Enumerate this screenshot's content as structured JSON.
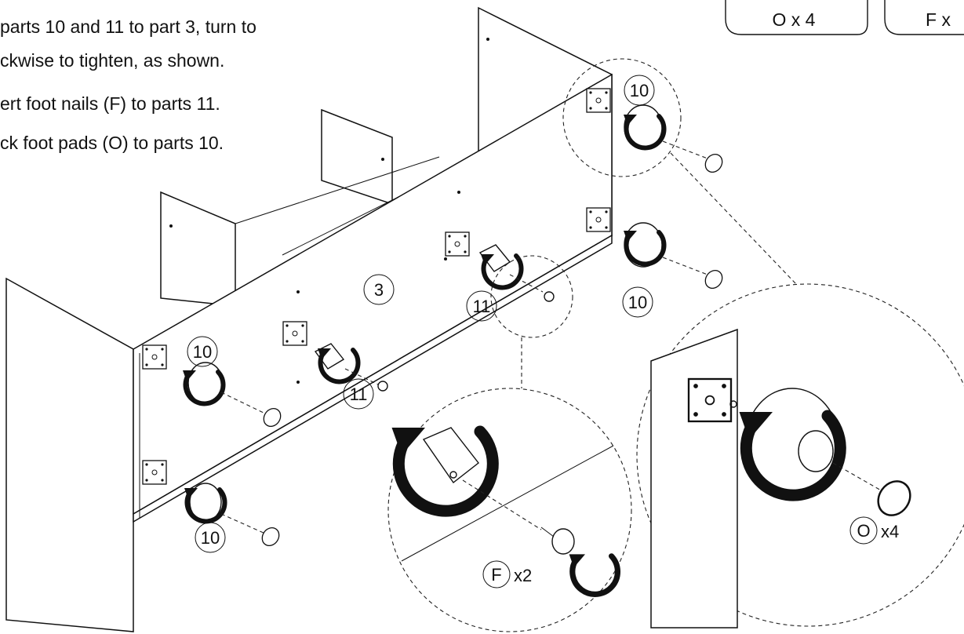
{
  "instructions": [
    "parts 10 and 11 to part 3, turn to",
    "ckwise to tighten, as shown.",
    "ert foot nails (F) to parts 11.",
    "ck foot pads (O) to parts 10."
  ],
  "hardware_boxes": [
    {
      "label": "O x 4"
    },
    {
      "label": "F x"
    }
  ],
  "part_labels": {
    "panel": "3",
    "foot_a": "10",
    "foot_b": "11"
  },
  "callouts": {
    "nail_letter": "F",
    "nail_qty": "x2",
    "pad_letter": "O",
    "pad_qty": "x4"
  },
  "icons": [
    "clockwise-arrow-icon",
    "mounting-plate-icon",
    "foot-pad-icon",
    "foot-nail-icon"
  ]
}
